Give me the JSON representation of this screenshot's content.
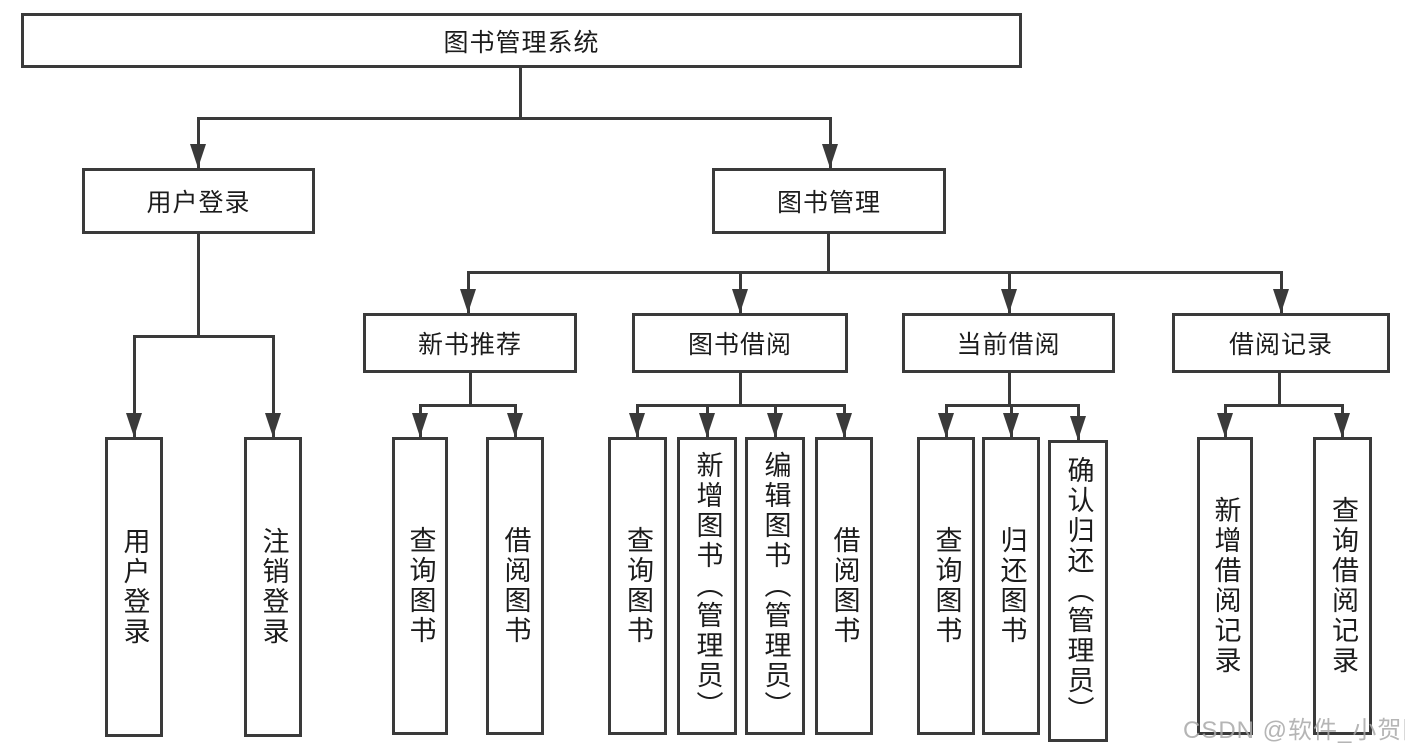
{
  "nodes": {
    "root": "图书管理系统",
    "user_login": "用户登录",
    "book_mgmt": "图书管理",
    "new_book_rec": "新书推荐",
    "book_borrow": "图书借阅",
    "current_borrow": "当前借阅",
    "borrow_records": "借阅记录",
    "leaf_user_login": "用户登录",
    "leaf_logout": "注销登录",
    "rec_query_books": "查询图书",
    "rec_borrow_books": "借阅图书",
    "bb_query_books": "查询图书",
    "bb_add_books": "新增图书（管理员）",
    "bb_edit_books": "编辑图书（管理员）",
    "bb_borrow_books": "借阅图书",
    "cb_query_books": "查询图书",
    "cb_return_books": "归还图书",
    "cb_confirm_return": "确认归还（管理员）",
    "br_add_record": "新增借阅记录",
    "br_query_record": "查询借阅记录"
  },
  "watermark": "CSDN @软件_小贺同学",
  "colors": {
    "line": "#3a3a3a",
    "text": "#1c1c1c",
    "watermark": "#a9a9a9",
    "background": "#ffffff"
  }
}
